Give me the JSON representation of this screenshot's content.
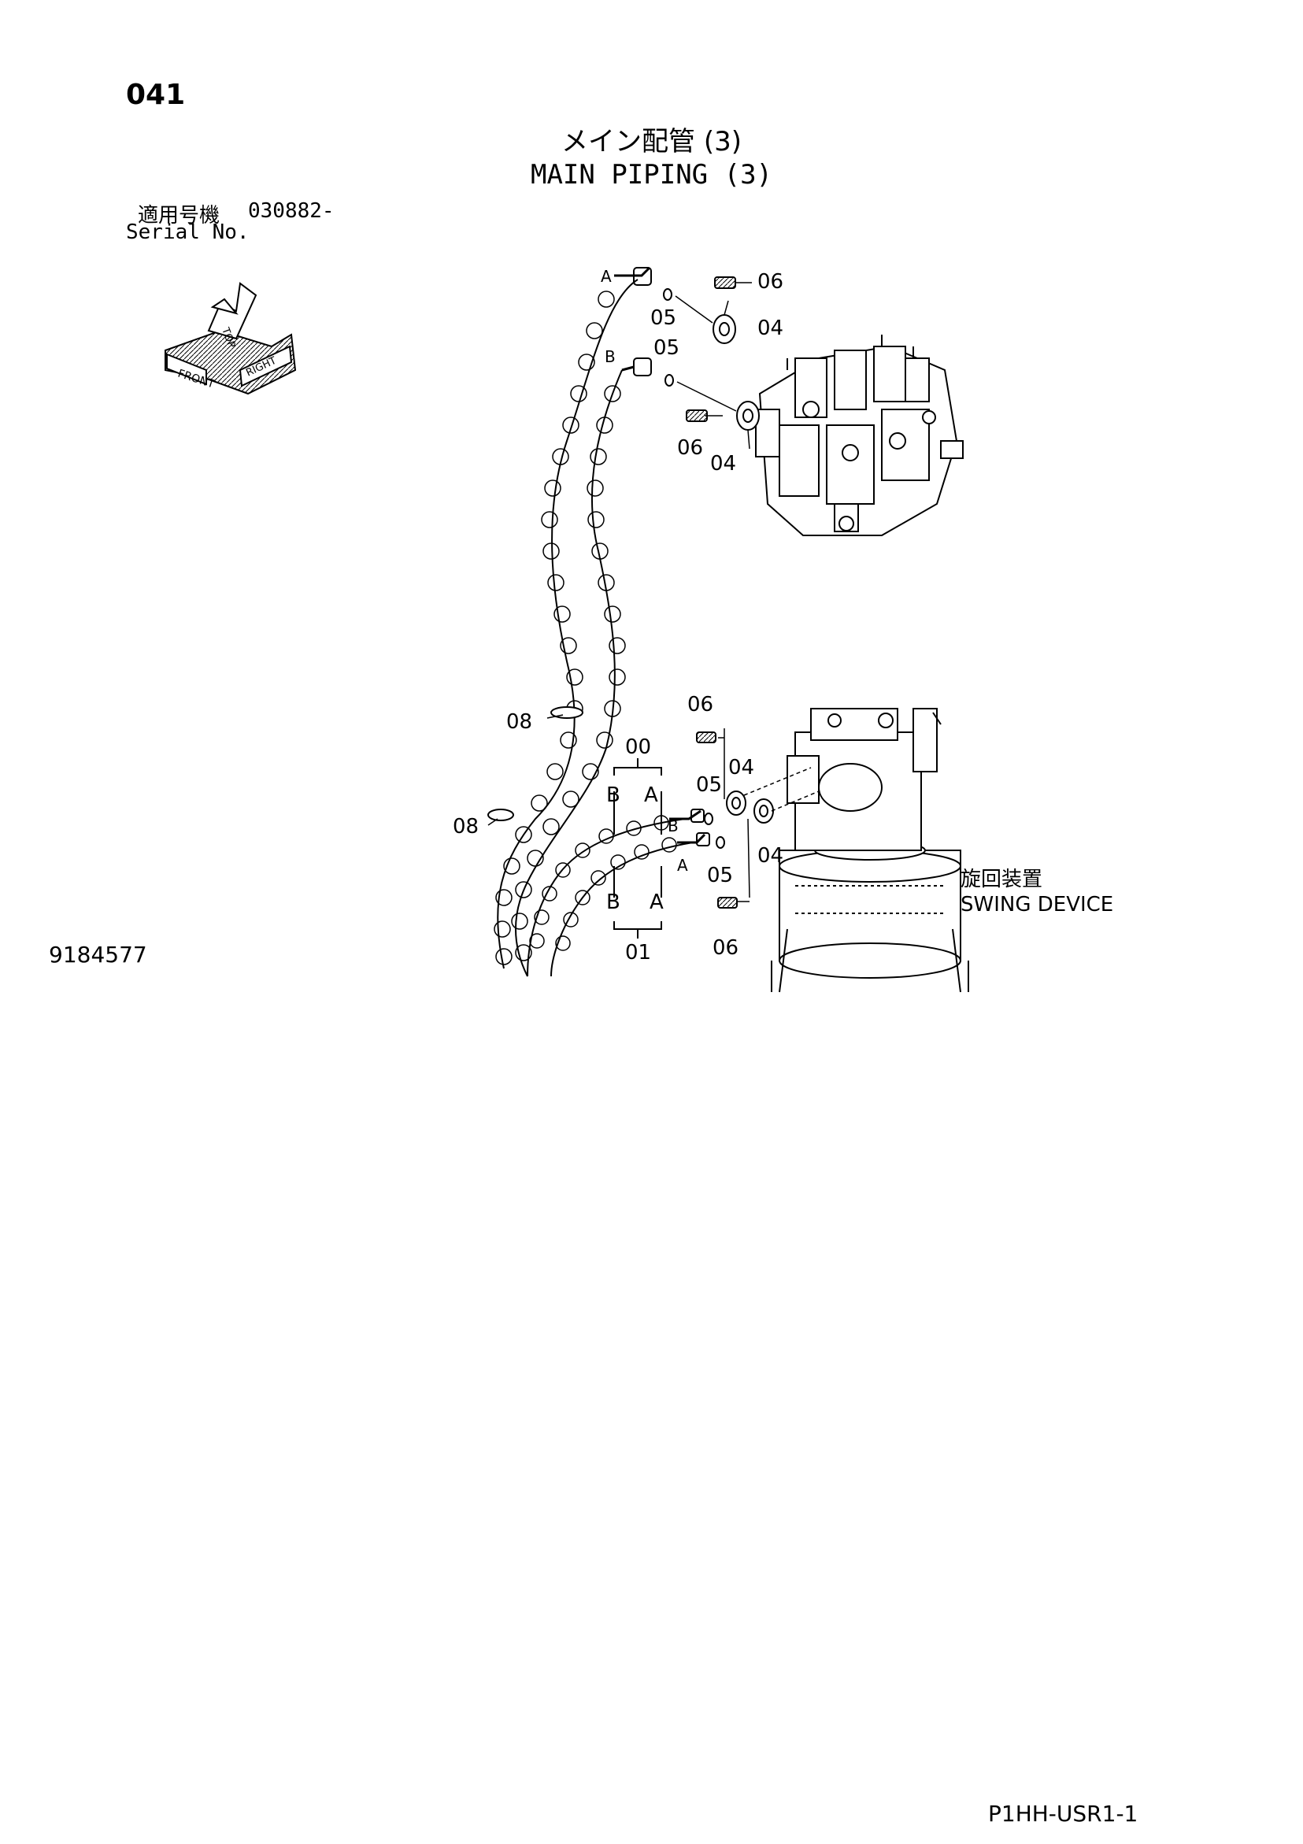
{
  "header": {
    "page_number": "041",
    "title_jp": "メイン配管 (3)",
    "title_en": "MAIN PIPING (3)",
    "serial_label_jp": "適用号機",
    "serial_value": "030882-",
    "serial_label_en": "Serial No."
  },
  "orientation_indicator": {
    "front": "FRONT",
    "top": "TOP",
    "right": "RIGHT"
  },
  "callouts": {
    "hose_end_a": "A",
    "hose_end_b": "B",
    "part_00": "00",
    "part_01": "01",
    "part_04": "04",
    "part_05": "05",
    "part_06": "06",
    "part_08": "08"
  },
  "swing_device": {
    "label_jp": "旋回装置",
    "label_en": "SWING DEVICE"
  },
  "footer": {
    "drawing_number": "9184577",
    "sheet_code": "P1HH-USR1-1"
  }
}
